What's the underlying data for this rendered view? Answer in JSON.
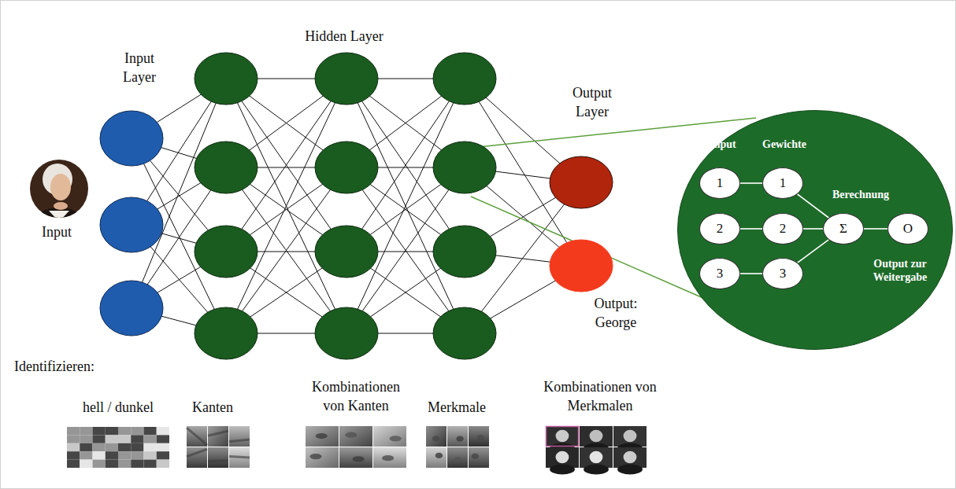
{
  "diagram": {
    "nodes": [
      {
        "text": [
          "Input",
          "Gewichte",
          "Berechnung",
          "Output zur Weitergabe"
        ]
      },
      {
        "text": [
          "1"
        ],
        "in": 0
      },
      {
        "text": [
          "1"
        ],
        "in": 0
      },
      {
        "text": [
          "2"
        ],
        "in": 0
      },
      {
        "text": [
          "2"
        ],
        "in": 0
      },
      {
        "text": [
          "3"
        ],
        "in": 0
      },
      {
        "text": [
          "3"
        ],
        "in": 0
      },
      {
        "text": [
          "Σ"
        ],
        "in": 0
      },
      {
        "text": [
          "O"
        ],
        "in": 0
      }
    ],
    "edges": [
      {
        "from": 1,
        "to": 2,
        "arrow": "none"
      },
      {
        "from": 3,
        "to": 4,
        "arrow": "none"
      },
      {
        "from": 5,
        "to": 6,
        "arrow": "none"
      },
      {
        "from": 2,
        "to": 7,
        "arrow": "none"
      },
      {
        "from": 4,
        "to": 7,
        "arrow": "none"
      },
      {
        "from": 6,
        "to": 7,
        "arrow": "none"
      },
      {
        "from": 7,
        "to": 8,
        "arrow": "none"
      }
    ],
    "labels": [
      "Input Layer",
      "Hidden Layer",
      "Output Layer",
      "Input",
      "Output: George",
      "Identifizieren:",
      "hell / dunkel",
      "Kanten",
      "Kombinationen von Kanten",
      "Merkmale",
      "Kombinationen von Merkmalen"
    ]
  }
}
